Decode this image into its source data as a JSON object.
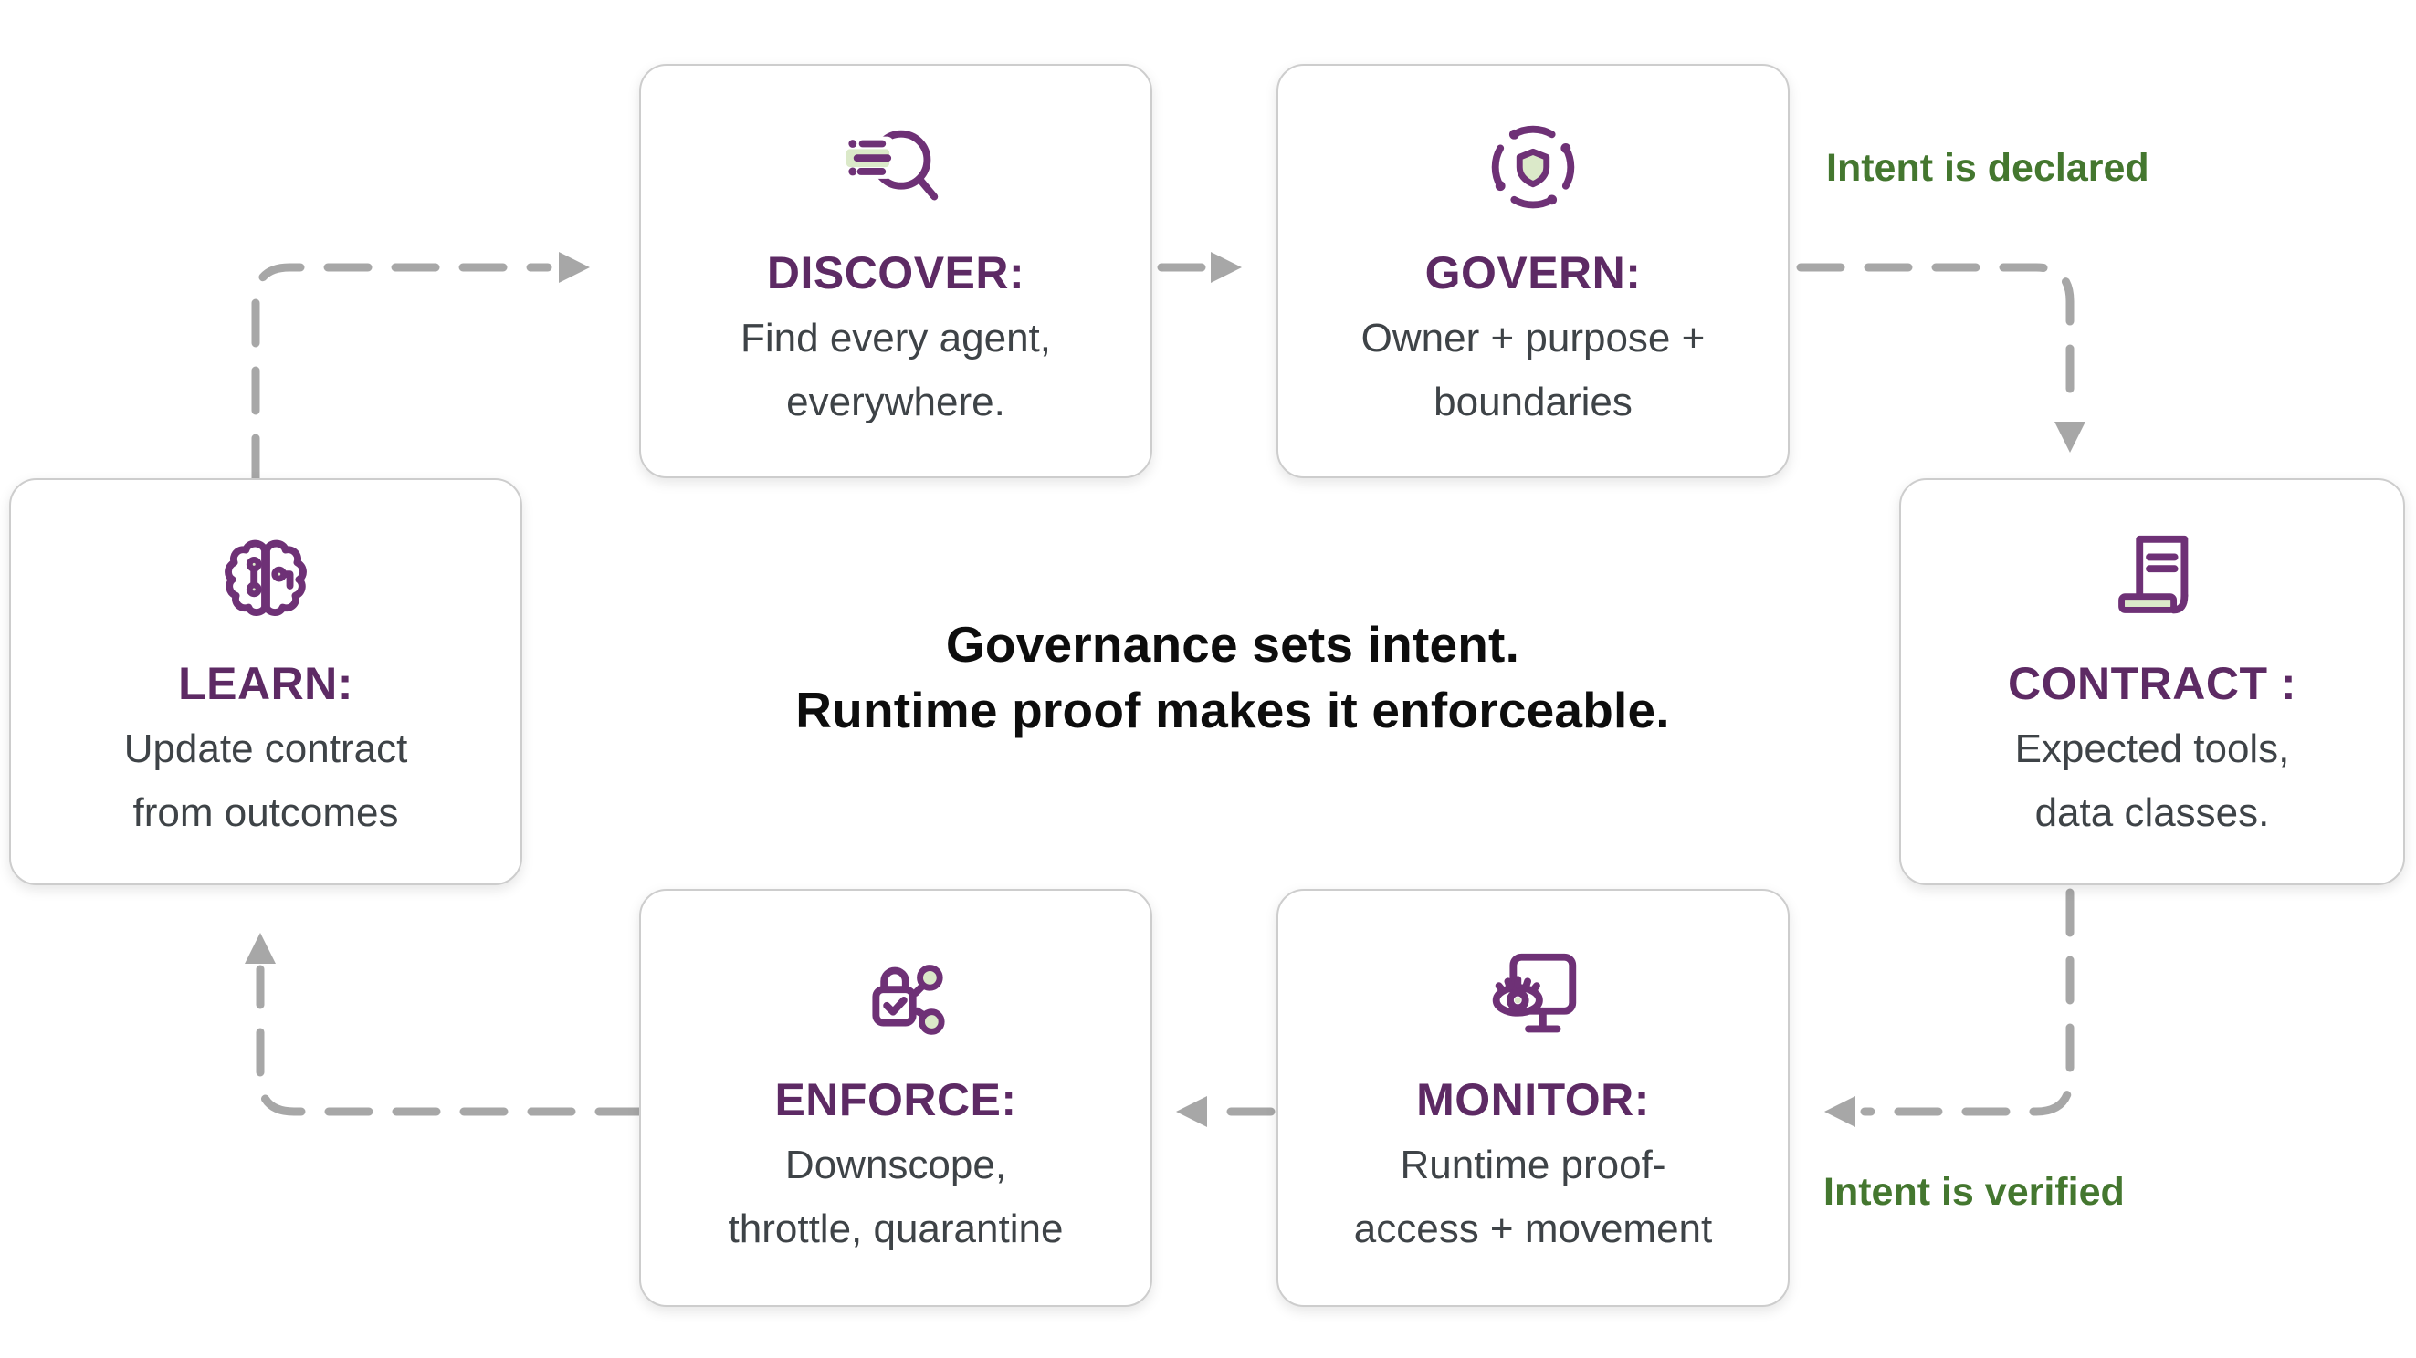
{
  "colors": {
    "title-purple": "#5d2a64",
    "icon-purple": "#6e3176",
    "pale-green": "#dbe9c9",
    "body-gray": "#3e4347",
    "green-text": "#44772f",
    "arrow-gray": "#a7a7a7",
    "card-border": "#cdcdcd",
    "center-text": "#0d0d0d",
    "background": "#ffffff"
  },
  "center": {
    "line1": "Governance sets intent.",
    "line2": "Runtime proof makes it enforceable."
  },
  "annotations": {
    "declared": "Intent is declared",
    "verified": "Intent is verified"
  },
  "cards": [
    {
      "id": "discover",
      "title": "DISCOVER:",
      "body_line1": "Find every agent,",
      "body_line2": "everywhere.",
      "icon": "search-list-icon"
    },
    {
      "id": "govern",
      "title": "GOVERN:",
      "body_line1": "Owner + purpose +",
      "body_line2": "boundaries",
      "icon": "shield-orbit-icon"
    },
    {
      "id": "contract",
      "title": "CONTRACT :",
      "body_line1": "Expected tools,",
      "body_line2": "data classes.",
      "icon": "contract-document-icon"
    },
    {
      "id": "monitor",
      "title": "MONITOR:",
      "body_line1": "Runtime proof-",
      "body_line2": "access + movement",
      "icon": "monitor-eye-icon"
    },
    {
      "id": "enforce",
      "title": "ENFORCE:",
      "body_line1": "Downscope,",
      "body_line2": "throttle, quarantine",
      "icon": "lock-share-icon"
    },
    {
      "id": "learn",
      "title": "LEARN:",
      "body_line1": "Update contract",
      "body_line2": "from outcomes",
      "icon": "brain-circuit-icon"
    }
  ]
}
